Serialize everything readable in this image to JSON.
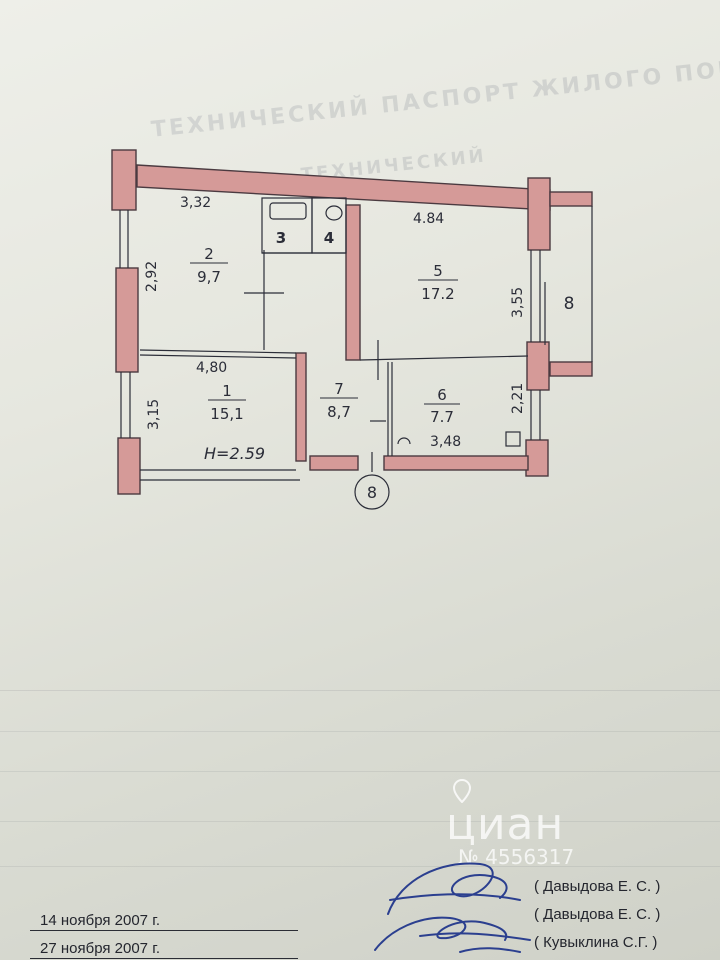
{
  "document": {
    "title_partial_line1": "ТЕХНИЧЕСКИЙ ПАСПОРТ ЖИЛОГО ПОМЕЩ",
    "title_partial_line2": "ТЕХНИЧЕСКИЙ",
    "watermark": {
      "brand": "циан",
      "listing_id": "№ 4556317"
    }
  },
  "floor_plan": {
    "rooms": [
      {
        "id": "room-1",
        "number": "1",
        "area": "15,1"
      },
      {
        "id": "room-2",
        "number": "2",
        "area": "9,7"
      },
      {
        "id": "room-3",
        "number": "3"
      },
      {
        "id": "room-4",
        "number": "4"
      },
      {
        "id": "room-5",
        "number": "5",
        "area": "17.2"
      },
      {
        "id": "room-6",
        "number": "6",
        "area": "7.7"
      },
      {
        "id": "room-7",
        "number": "7",
        "area": "8,7"
      },
      {
        "id": "room-8",
        "number": "8"
      }
    ],
    "dimensions": {
      "top_left": "3,32",
      "top_right": "4.84",
      "left_upper": "2,92",
      "left_lower": "3,15",
      "mid_horizontal": "4,80",
      "right_upper": "3,55",
      "right_lower": "2,21",
      "bottom_right": "3,48"
    },
    "ceiling_height": "H=2.59",
    "section_marker": "8"
  },
  "dates": [
    "14 ноября 2007 г.",
    "27 ноября 2007 г."
  ],
  "signatories": [
    "( Давыдова Е. С. )",
    "( Давыдова Е. С. )",
    "( Кувыклина С.Г. )"
  ],
  "colors": {
    "wall_fill": "#d59a98",
    "wall_stroke": "#4b3a40",
    "ink": "#2b2d38",
    "signature_ink": "#2b3f8f",
    "paper": "#e6e7df"
  }
}
